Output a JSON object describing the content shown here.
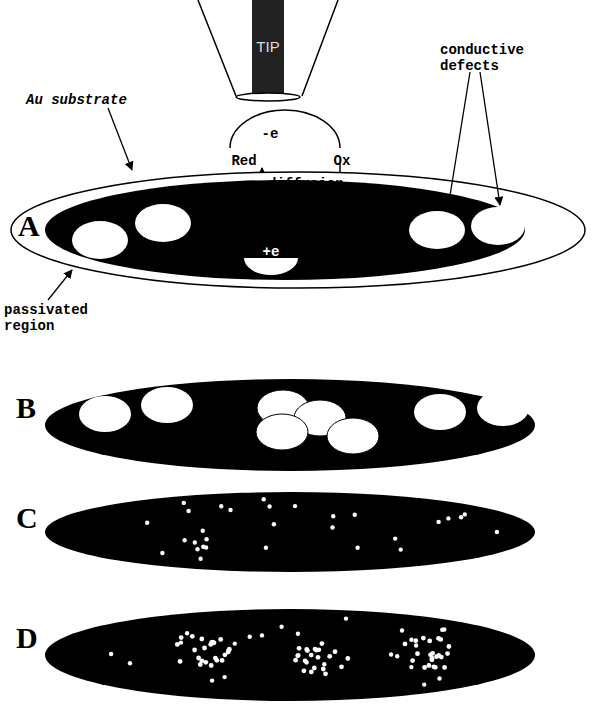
{
  "diagram": {
    "labels": [
      "TIP",
      "-e",
      "Red",
      "Ox",
      "diffusion",
      "Au substrate",
      "conductive defects",
      "A",
      "+e",
      "passivated region",
      "B",
      "C",
      "D"
    ]
  }
}
